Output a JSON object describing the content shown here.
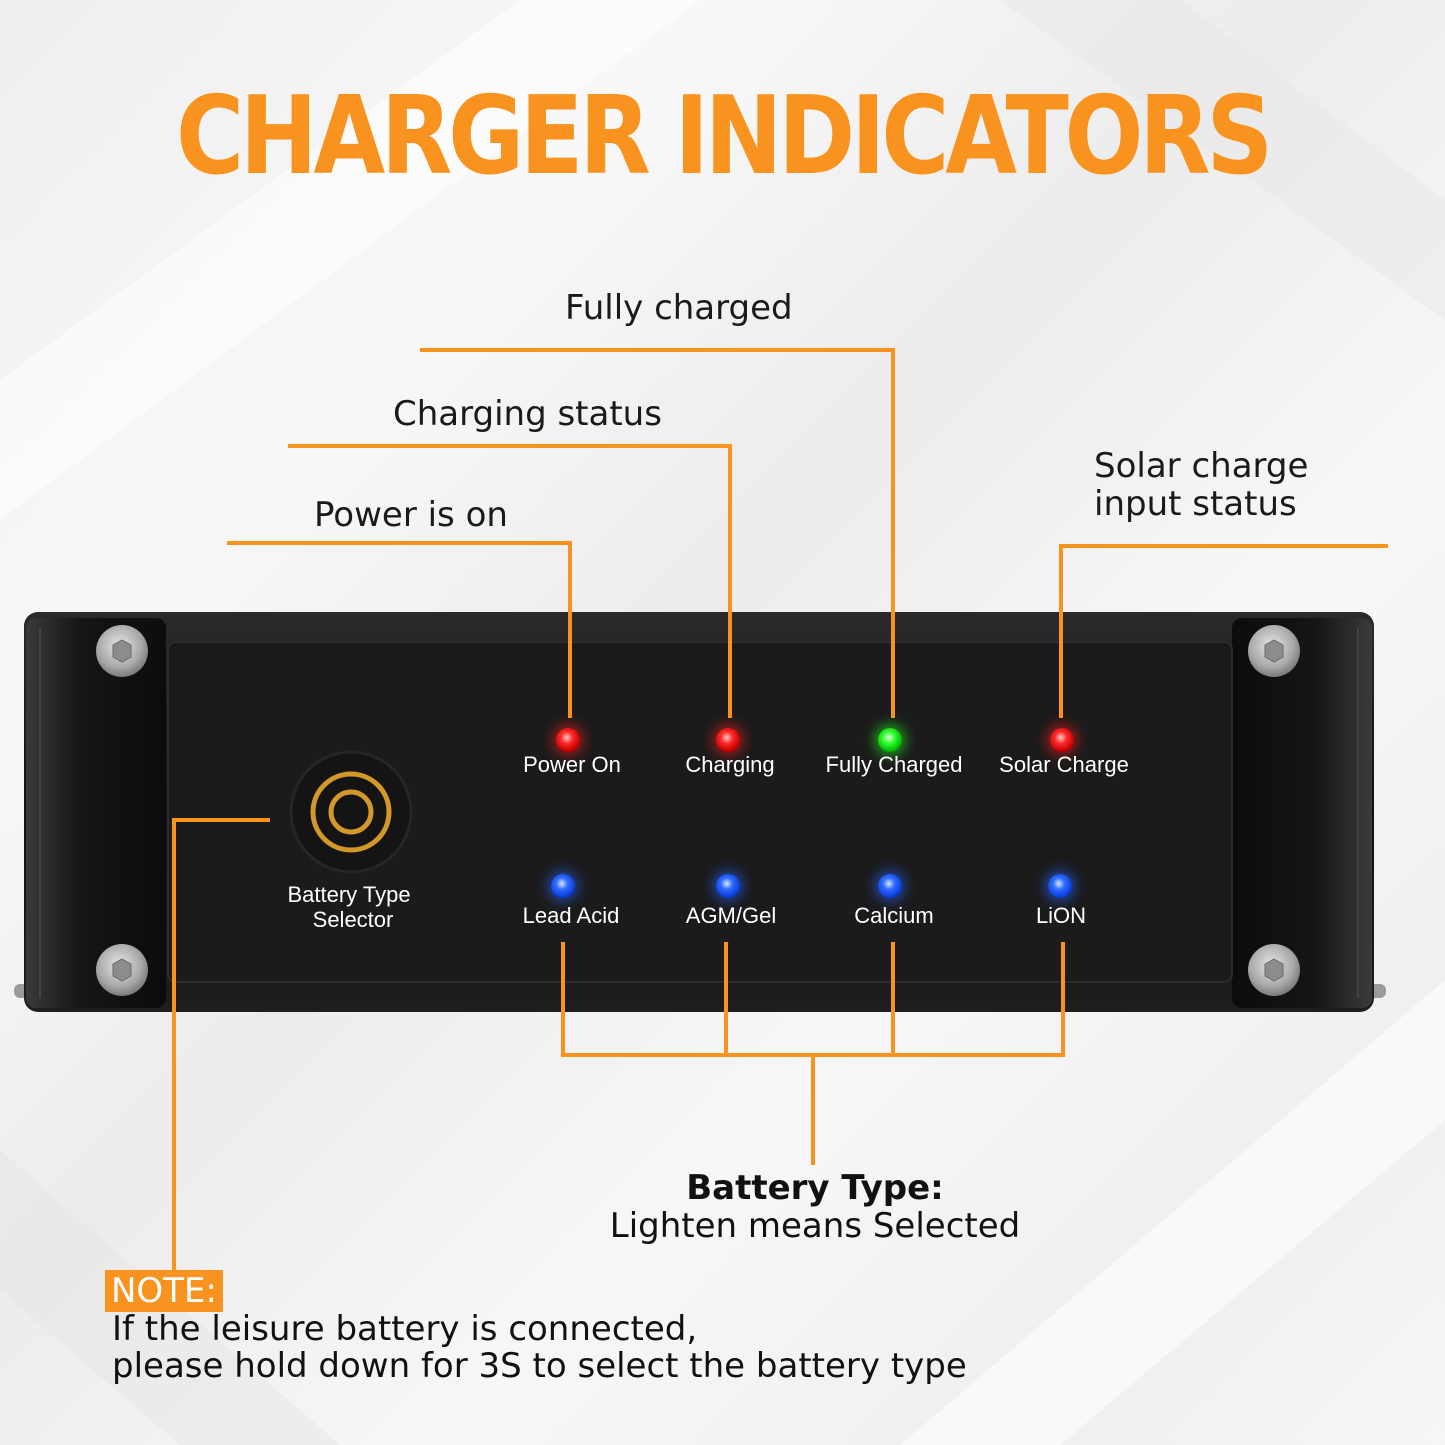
{
  "title": "CHARGER INDICATORS",
  "callouts": {
    "fully_charged": "Fully charged",
    "charging_status": "Charging status",
    "power_is_on": "Power is on",
    "solar_line1": "Solar charge",
    "solar_line2": "input status"
  },
  "status_leds": [
    {
      "label": "Power On",
      "color": "red"
    },
    {
      "label": "Charging",
      "color": "red"
    },
    {
      "label": "Fully Charged",
      "color": "green"
    },
    {
      "label": "Solar Charge",
      "color": "red"
    }
  ],
  "battery_leds": [
    {
      "label": "Lead Acid",
      "color": "blue"
    },
    {
      "label": "AGM/Gel",
      "color": "blue"
    },
    {
      "label": "Calcium",
      "color": "blue"
    },
    {
      "label": "LiON",
      "color": "blue"
    }
  ],
  "selector": {
    "line1": "Battery Type",
    "line2": "Selector"
  },
  "battery_type": {
    "title": "Battery Type:",
    "subtitle": "Lighten means Selected"
  },
  "note": {
    "label": "NOTE:",
    "line1": "If the leisure battery is connected,",
    "line2": "please hold down for 3S to select the battery type"
  },
  "colors": {
    "accent": "#f7931e",
    "panel": "#1c1c1c",
    "led_red": "#ff2a2a",
    "led_green": "#33ff33",
    "led_blue": "#2f6dff"
  }
}
